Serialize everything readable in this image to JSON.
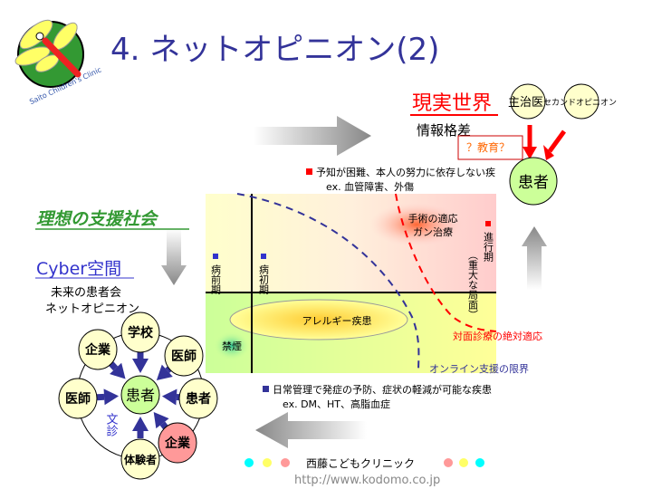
{
  "title": "4. ネットオピニオン(2)",
  "logo": {
    "text": "Saito Children's Clinic"
  },
  "real_world": {
    "heading": "現実世界",
    "subheading": "情報格差",
    "doctor": "主治医",
    "second_opinion": "セカンドオピニオン",
    "education": "？教育？",
    "patient": "患者"
  },
  "ideal": {
    "heading": "理想の支援社会",
    "cyber": "Cyber空間",
    "line1": "未来の患者会",
    "line2": "ネットオピニオン",
    "network": {
      "center": "患者",
      "nodes": [
        "学校",
        "企業",
        "医師",
        "医師",
        "患者",
        "企業",
        "体験者"
      ],
      "consult": "文診"
    }
  },
  "chart": {
    "top_note": "予知が困難、本人の努力に依存しない疾",
    "top_example": "ex. 血管障害、外傷",
    "pre_stage": "病前期",
    "early_stage": "病初期",
    "advanced_stage": "進行期",
    "advanced_note": "（重大な局面）",
    "surgery": "手術の適応",
    "cancer": "ガン治療",
    "allergy": "アレルギー疾患",
    "no_smoking": "禁煙",
    "face_to_face": "対面診療の絶対適応",
    "online_limit": "オンライン支援の限界",
    "bottom_note": "日常管理で発症の予防、症状の軽減が可能な疾患",
    "bottom_example": "ex. DM、HT、高脂血症"
  },
  "footer": {
    "clinic": "西藤こどもクリニック",
    "url": "http://www.kodomo.co.jp",
    "dot_colors": [
      "#00ffff",
      "#ffff66",
      "#ff9999"
    ]
  },
  "colors": {
    "title": "#333399",
    "red": "#ff0000",
    "green": "#339933",
    "patient": "#ccff99",
    "node": "#ffffcc"
  }
}
